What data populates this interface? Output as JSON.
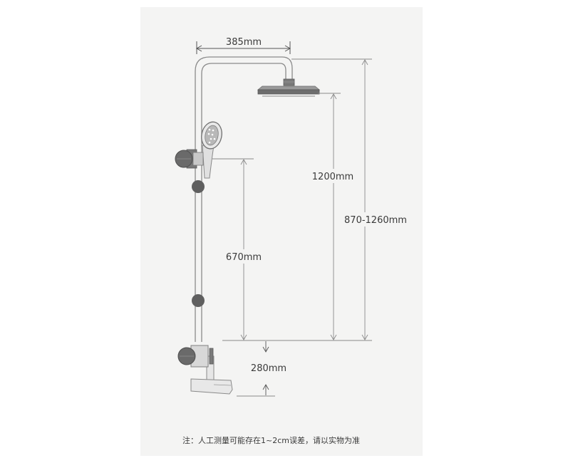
{
  "dimensions": {
    "width_top": "385mm",
    "head_to_spout": "1200mm",
    "overall_height": "870-1260mm",
    "slide_rail": "670mm",
    "mixer_to_spout": "280mm"
  },
  "note": "注：人工测量可能存在1~2cm误差，请以实物为准",
  "colors": {
    "background": "#f4f4f3",
    "line": "#8a8a8a",
    "knob": "#5f5f5f",
    "text": "#3a3a3a"
  }
}
